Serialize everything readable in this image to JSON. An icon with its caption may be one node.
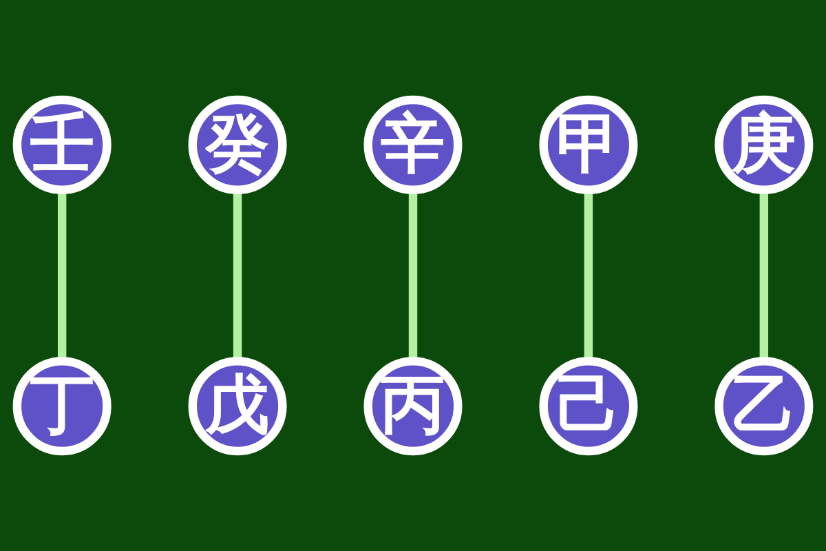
{
  "diagram": {
    "nodes": [
      {
        "text": [
          "壬"
        ]
      },
      {
        "text": [
          "癸"
        ]
      },
      {
        "text": [
          "辛"
        ]
      },
      {
        "text": [
          "戊"
        ]
      },
      {
        "text": [
          "甲"
        ]
      },
      {
        "text": [
          "庚"
        ]
      },
      {
        "text": [
          "己"
        ]
      },
      {
        "text": [
          "乙"
        ]
      },
      {
        "text": [
          "丁"
        ]
      },
      {
        "text": [
          "丙"
        ]
      }
    ],
    "edges": [
      {
        "from": 0,
        "to": 8,
        "arrow": "none"
      },
      {
        "from": 1,
        "to": 3,
        "arrow": "none"
      },
      {
        "from": 2,
        "to": 9,
        "arrow": "none"
      },
      {
        "from": 4,
        "to": 6,
        "arrow": "none"
      },
      {
        "from": 5,
        "to": 7,
        "arrow": "none"
      }
    ]
  }
}
